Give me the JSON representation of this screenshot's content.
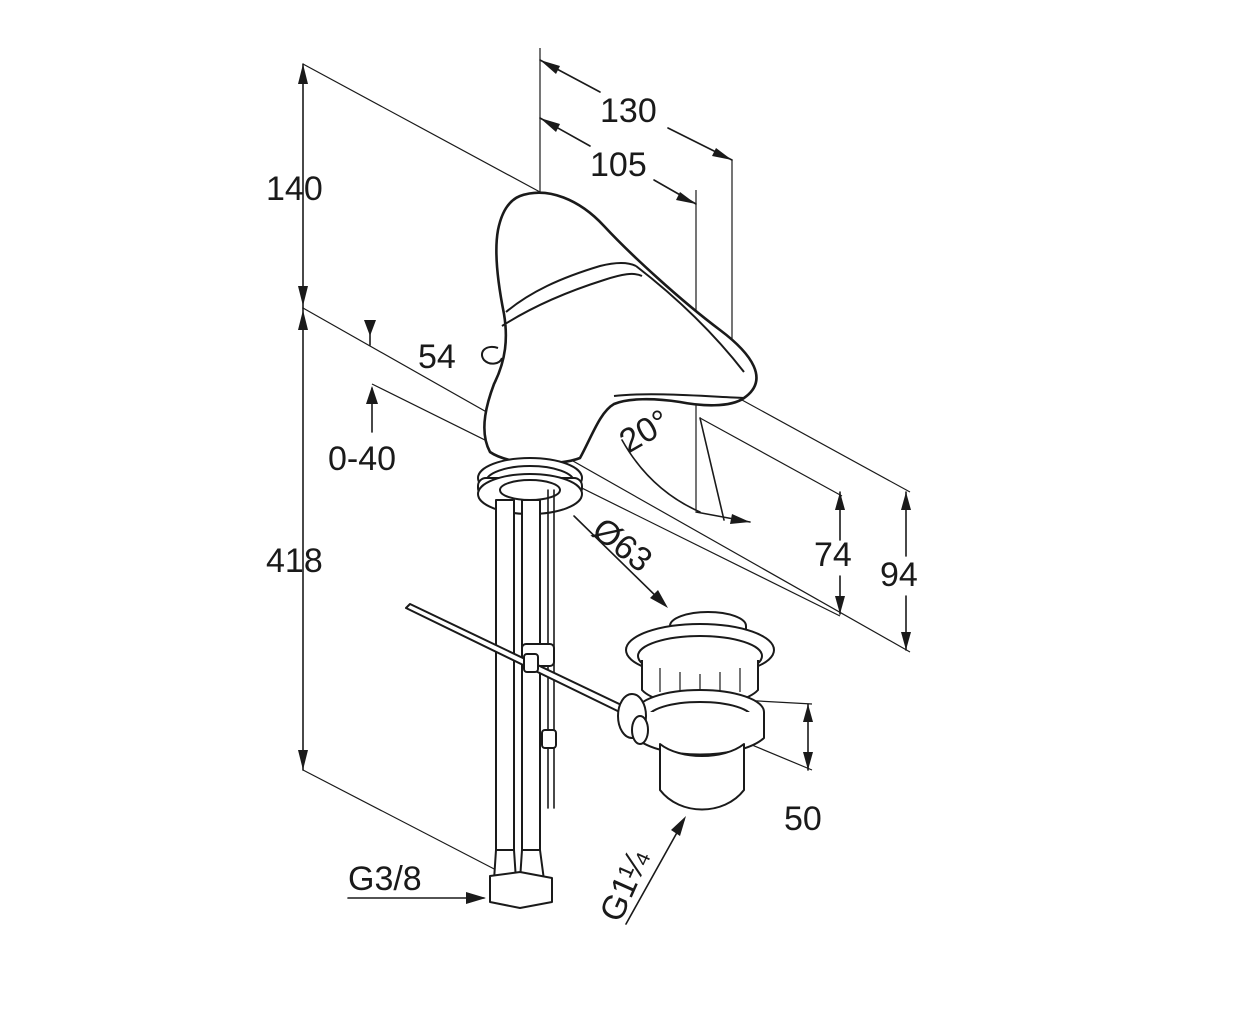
{
  "dimensions": {
    "width_total": "130",
    "width_spout": "105",
    "height_top": "140",
    "height_total": "418",
    "lever_offset": "54",
    "popup_range": "0-40",
    "angle": "20°",
    "height_spout": "74",
    "height_body": "94",
    "drain_diameter": "Ø63",
    "drain_height": "50",
    "thread_supply": "G3/8",
    "thread_drain": "G1¼"
  },
  "colors": {
    "line": "#1a1a1a",
    "background": "#ffffff"
  }
}
